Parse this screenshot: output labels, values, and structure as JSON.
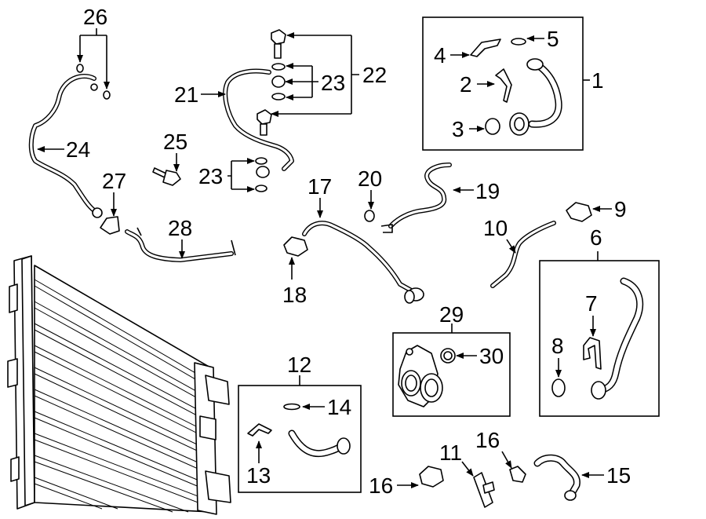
{
  "callouts": {
    "c1": "1",
    "c2": "2",
    "c3": "3",
    "c4": "4",
    "c5": "5",
    "c6": "6",
    "c7": "7",
    "c8": "8",
    "c9": "9",
    "c10": "10",
    "c11": "11",
    "c12": "12",
    "c13": "13",
    "c14": "14",
    "c15": "15",
    "c16a": "16",
    "c16b": "16",
    "c17": "17",
    "c18": "18",
    "c19": "19",
    "c20": "20",
    "c21": "21",
    "c22": "22",
    "c23a": "23",
    "c23b": "23",
    "c24": "24",
    "c25": "25",
    "c26": "26",
    "c27": "27",
    "c28": "28",
    "c29": "29",
    "c30": "30"
  }
}
